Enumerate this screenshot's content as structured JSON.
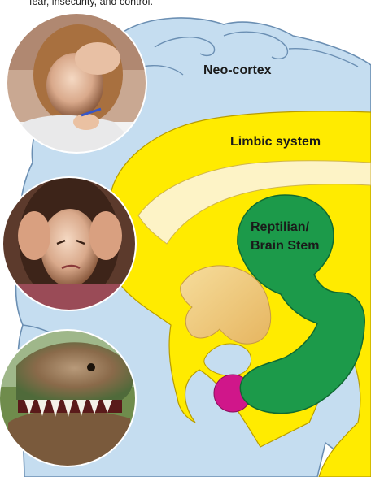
{
  "caption": "fear, insecurity, and control.",
  "labels": {
    "neo_cortex": "Neo-cortex",
    "limbic": "Limbic system",
    "reptilian_line1": "Reptilian/",
    "reptilian_line2": "Brain Stem"
  },
  "colors": {
    "neo_cortex": "#c5ddf0",
    "neo_cortex_outline": "#6b8fb3",
    "limbic": "#ffeb00",
    "limbic_light": "#fdf3c6",
    "inner_tan": "#f2d089",
    "brain_stem": "#1c9a4a",
    "pink_nucleus": "#d0168a",
    "background": "#ffffff"
  },
  "photos": [
    {
      "name": "girl-writing-photo",
      "subject": "girl writing"
    },
    {
      "name": "girl-covering-ears-photo",
      "subject": "girl covering ears"
    },
    {
      "name": "dinosaur-photo",
      "subject": "dinosaur"
    }
  ]
}
